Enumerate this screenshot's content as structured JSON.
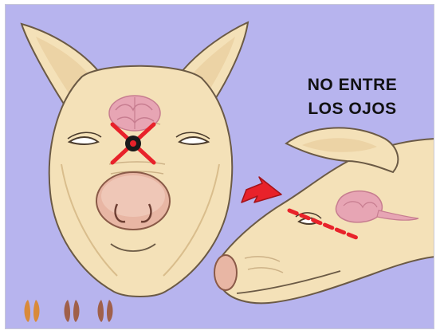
{
  "illustration": {
    "caption_line1": "NO ENTRE",
    "caption_line2": "LOS OJOS"
  },
  "colors": {
    "background": "#b7b4ee",
    "skin": "#f4e1b8",
    "skin_shade": "#e6cb9a",
    "outline": "#6b5a45",
    "brain": "#e7a5b4",
    "snout": "#e8b6a4",
    "cross": "#e8222a",
    "arrow": "#e8222a",
    "hoof_orange": "#d98a3a",
    "hoof_brown": "#a0604a"
  },
  "icons": [
    "front-view-pig-head",
    "side-view-pig-head",
    "brain-icon",
    "cross-mark-icon",
    "red-arrow-icon",
    "hoofprint-icon"
  ]
}
